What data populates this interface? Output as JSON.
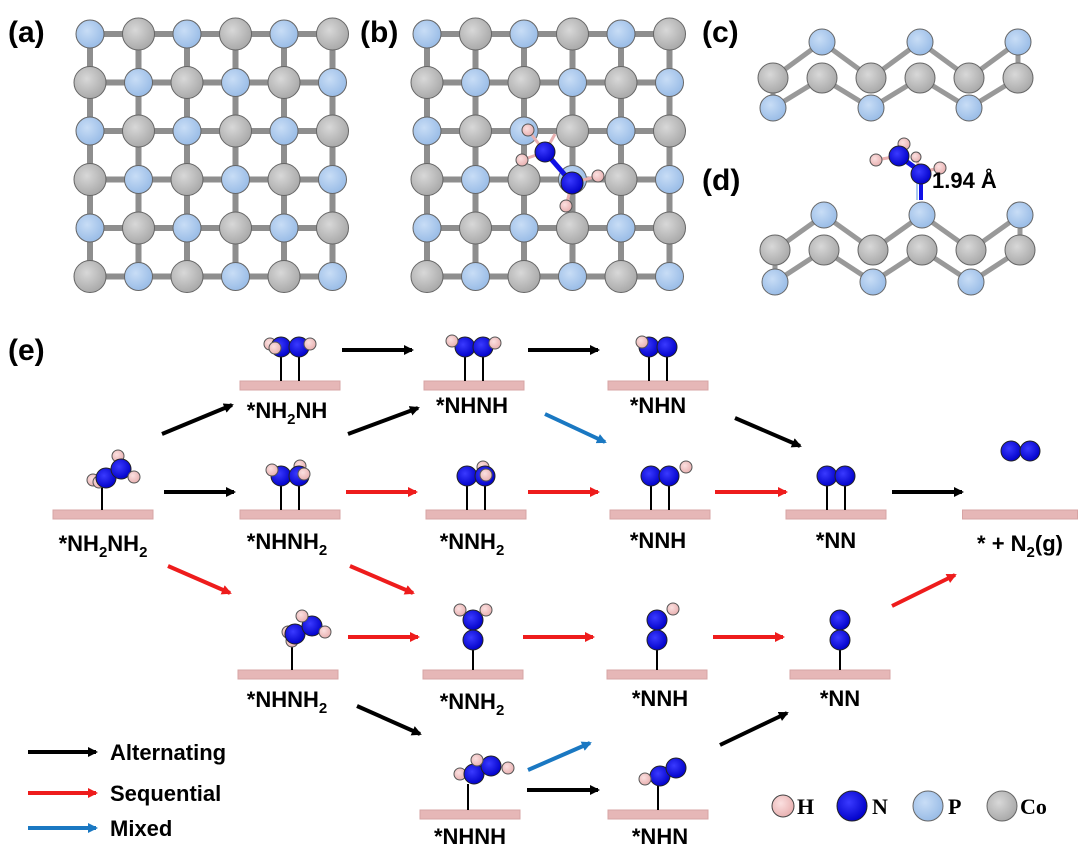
{
  "colors": {
    "H": "#f2c4c4",
    "N": "#1010e6",
    "P": "#a9c8ee",
    "Co": "#b5b5b5",
    "surface": "#e6b7b7",
    "alternating": "#000000",
    "sequential": "#ee1c1c",
    "mixed": "#1a78c2"
  },
  "panels": {
    "a": "(a)",
    "b": "(b)",
    "c": "(c)",
    "d": "(d)",
    "e": "(e)"
  },
  "bond_length": "1.94 Å",
  "states": {
    "s0": {
      "prefix": "*NH",
      "sub": "2",
      "suffix": "NH",
      "sub2": "2"
    },
    "alt1": {
      "prefix": "*NH",
      "sub": "2",
      "suffix": "NH",
      "sub2": ""
    },
    "alt2": {
      "prefix": "*NHNH",
      "sub": "",
      "suffix": "",
      "sub2": ""
    },
    "alt3": {
      "prefix": "*NHN",
      "sub": "",
      "suffix": "",
      "sub2": ""
    },
    "mid1": {
      "prefix": "*NHNH",
      "sub": "2",
      "suffix": "",
      "sub2": ""
    },
    "mid2": {
      "prefix": "*NNH",
      "sub": "2",
      "suffix": "",
      "sub2": ""
    },
    "mid3": {
      "prefix": "*NNH",
      "sub": "",
      "suffix": "",
      "sub2": ""
    },
    "mid4": {
      "prefix": "*NN",
      "sub": "",
      "suffix": "",
      "sub2": ""
    },
    "final": {
      "prefix": "* + N",
      "sub": "2",
      "suffix": "(g)",
      "sub2": ""
    },
    "dist1": {
      "prefix": "*NHNH",
      "sub": "2",
      "suffix": "",
      "sub2": ""
    },
    "dist2": {
      "prefix": "*NNH",
      "sub": "2",
      "suffix": "",
      "sub2": ""
    },
    "dist3": {
      "prefix": "*NNH",
      "sub": "",
      "suffix": "",
      "sub2": ""
    },
    "dist4": {
      "prefix": "*NN",
      "sub": "",
      "suffix": "",
      "sub2": ""
    },
    "low1": {
      "prefix": "*NHNH",
      "sub": "",
      "suffix": "",
      "sub2": ""
    },
    "low2": {
      "prefix": "*NHN",
      "sub": "",
      "suffix": "",
      "sub2": ""
    }
  },
  "legend": {
    "alternating": "Alternating",
    "sequential": "Sequential",
    "mixed": "Mixed"
  },
  "atom_legend": {
    "H": "H",
    "N": "N",
    "P": "P",
    "Co": "Co"
  }
}
